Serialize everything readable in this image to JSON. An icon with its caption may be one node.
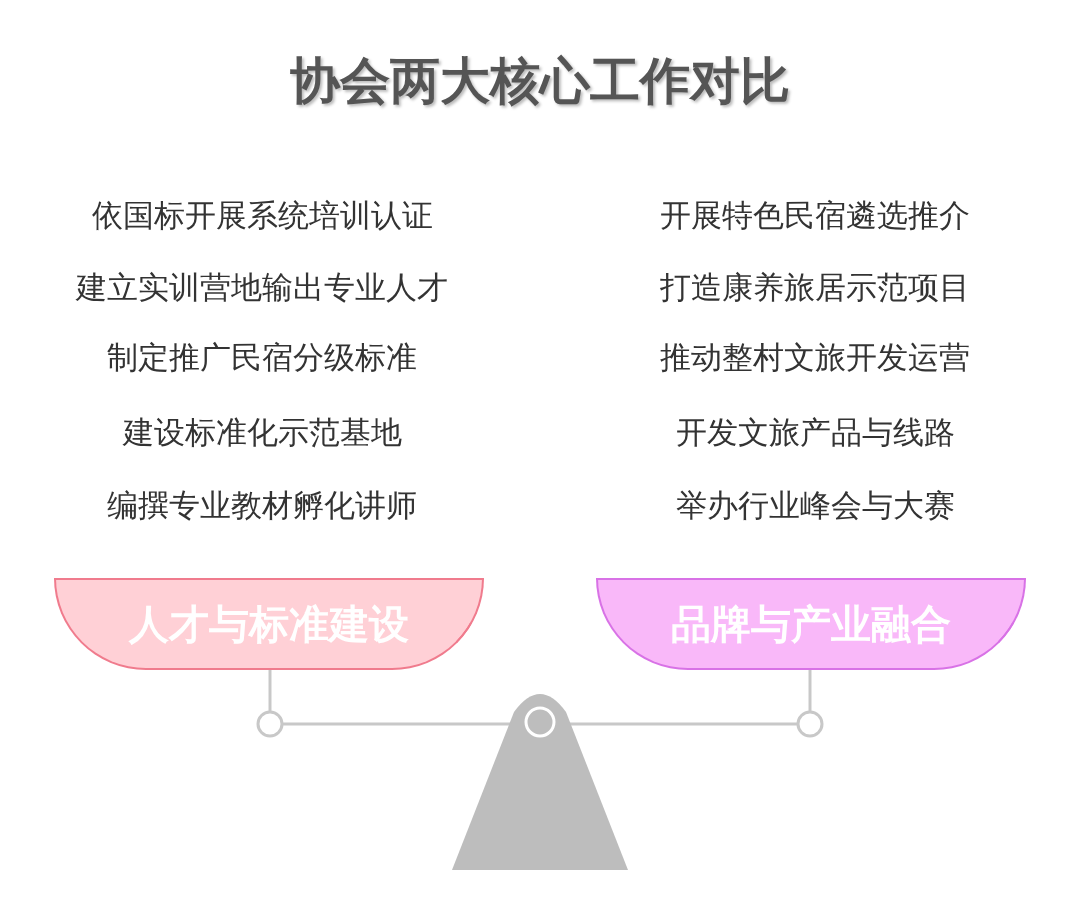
{
  "diagram": {
    "title": "协会两大核心工作对比",
    "nodes": [
      {
        "text": [
          "人才与标准建设"
        ]
      },
      {
        "text": [
          "品牌与产业融合"
        ]
      }
    ],
    "edges": [],
    "labels": [
      "依国标开展系统培训认证",
      "建立实训营地输出专业人才",
      "制定推广民宿分级标准",
      "建设标准化示范基地",
      "编撰专业教材孵化讲师",
      "开展特色民宿遴选推介",
      "打造康养旅居示范项目",
      "推动整村文旅开发运营",
      "开发文旅产品与线路",
      "举办行业峰会与大赛"
    ]
  }
}
